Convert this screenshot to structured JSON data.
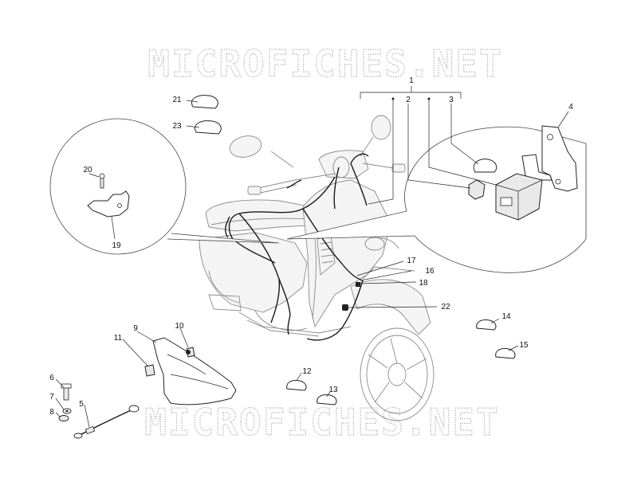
{
  "watermark": {
    "top": "MICROFICHES.NET",
    "bottom": "MICROFICHES.NET"
  },
  "callouts": [
    {
      "id": "c1",
      "label": "1"
    },
    {
      "id": "c2",
      "label": "2"
    },
    {
      "id": "c3",
      "label": "3"
    },
    {
      "id": "c4",
      "label": "4"
    },
    {
      "id": "c5",
      "label": "5"
    },
    {
      "id": "c6",
      "label": "6"
    },
    {
      "id": "c7",
      "label": "7"
    },
    {
      "id": "c8",
      "label": "8"
    },
    {
      "id": "c9",
      "label": "9"
    },
    {
      "id": "c10",
      "label": "10"
    },
    {
      "id": "c11",
      "label": "11"
    },
    {
      "id": "c12",
      "label": "12"
    },
    {
      "id": "c13",
      "label": "13"
    },
    {
      "id": "c14",
      "label": "14"
    },
    {
      "id": "c15",
      "label": "15"
    },
    {
      "id": "c16",
      "label": "16"
    },
    {
      "id": "c17",
      "label": "17"
    },
    {
      "id": "c18",
      "label": "18"
    },
    {
      "id": "c19",
      "label": "19"
    },
    {
      "id": "c20",
      "label": "20"
    },
    {
      "id": "c21",
      "label": "21"
    },
    {
      "id": "c22",
      "label": "22"
    },
    {
      "id": "c23",
      "label": "23"
    }
  ],
  "colors": {
    "background": "#ffffff",
    "line": "#222222",
    "ghost": "#8a8a8a",
    "watermark": "#b8b8b8"
  }
}
